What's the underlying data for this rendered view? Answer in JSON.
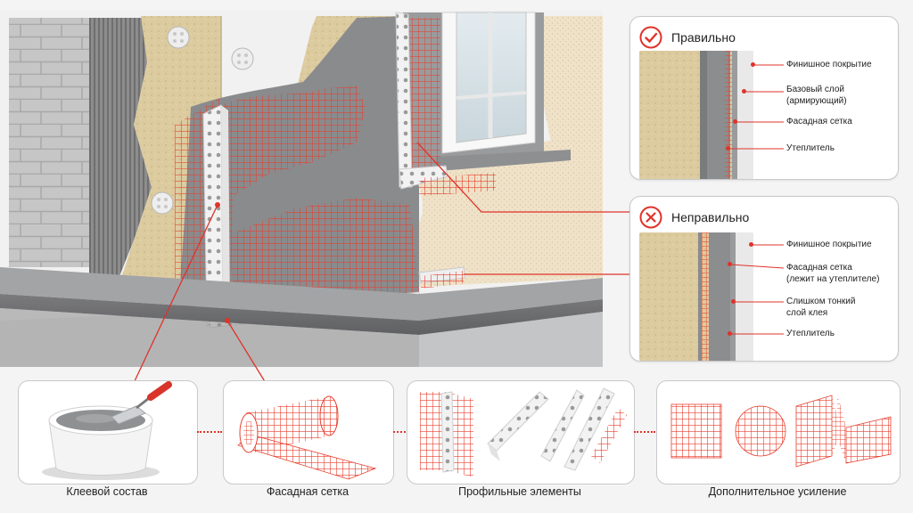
{
  "correct_panel": {
    "title": "Правильно",
    "icon": "check-circle-icon",
    "labels": [
      "Финишное покрытие",
      "Базовый слой\n(армирующий)",
      "Фасадная сетка",
      "Утеплитель"
    ]
  },
  "incorrect_panel": {
    "title": "Неправильно",
    "icon": "x-circle-icon",
    "labels": [
      "Финишное покрытие",
      "Фасадная сетка\n(лежит на утеплителе)",
      "Слишком тонкий\nслой клея",
      "Утеплитель"
    ]
  },
  "products": [
    {
      "label": "Клеевой состав",
      "icon": "adhesive-bucket-icon"
    },
    {
      "label": "Фасадная сетка",
      "icon": "mesh-roll-icon"
    },
    {
      "label": "Профильные элементы",
      "icon": "corner-profile-icon"
    },
    {
      "label": "Дополнительное усиление",
      "icon": "mesh-pieces-icon"
    }
  ],
  "colors": {
    "accent": "#e0332a",
    "mesh": "#e8402f",
    "insulation": "#dccb9f",
    "render": "#8a8b8d",
    "finish": "#efe0c4",
    "brick": "#c2c2c2"
  }
}
